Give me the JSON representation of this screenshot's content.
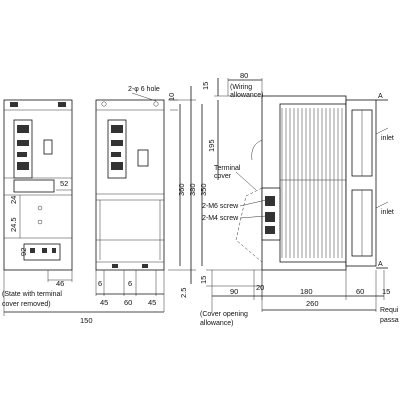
{
  "labels": {
    "hole": "2-φ 6 hole",
    "wiring_allowance_1": "(Wiring",
    "wiring_allowance_2": "allowance)",
    "terminal_cover_1": "Terminal",
    "terminal_cover_2": "cover",
    "m6_screw": "2-M6 screw",
    "m4_screw": "2-M4 screw",
    "state_note_1": "(State with terminal",
    "state_note_2": "cover removed)",
    "cover_allowance_1": "(Cover opening",
    "cover_allowance_2": "allowance)",
    "inlet_top": "inlet",
    "inlet_bottom": "inlet",
    "required_1": "Requi",
    "required_2": "passa",
    "section_a_top": "A",
    "section_a_bottom": "A"
  },
  "dims": {
    "d80": "80",
    "d15_top": "15",
    "d10": "10",
    "d195": "195",
    "d360": "360",
    "d380": "380",
    "d350": "350",
    "d52": "52",
    "d245": "24.5",
    "d24": "24",
    "d92": "92",
    "d46": "46",
    "d25": "2.5",
    "d15_bot": "15",
    "d20": "20",
    "d90": "90",
    "d180": "180",
    "d60_right": "60",
    "d15_right": "15",
    "d6a": "6",
    "d6b": "6",
    "d45a": "45",
    "d60_mid": "60",
    "d45b": "45",
    "d150": "150",
    "d260": "260"
  }
}
